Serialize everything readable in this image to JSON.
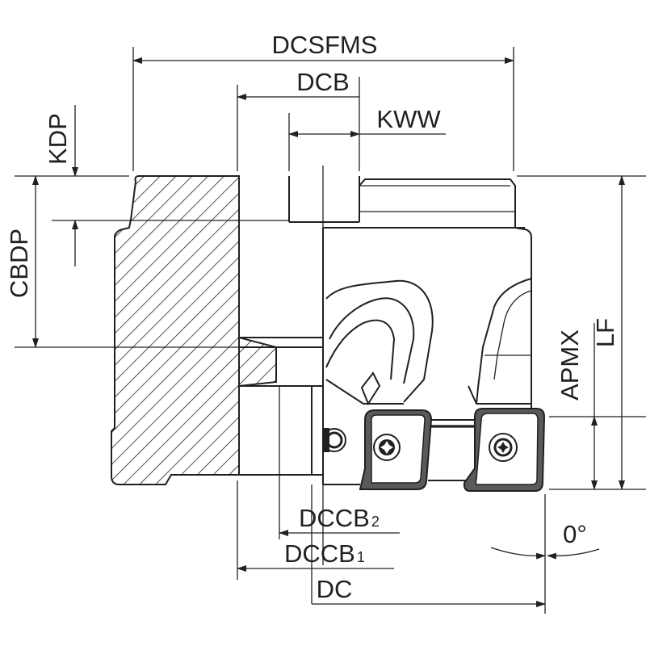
{
  "labels": {
    "dcsfms": "DCSFMS",
    "dcb": "DCB",
    "kww": "KWW",
    "kdp": "KDP",
    "cbdp": "CBDP",
    "apmx": "APMX",
    "lf": "LF",
    "dccb2_main": "DCCB",
    "dccb2_sub": "2",
    "dccb1_main": "DCCB",
    "dccb1_sub": "1",
    "dc": "DC",
    "angle": "0°"
  },
  "colors": {
    "line": "#231f20",
    "insert": "#5a5a5a",
    "background": "#ffffff"
  },
  "icons": {
    "screw": "torx-screw-icon"
  }
}
